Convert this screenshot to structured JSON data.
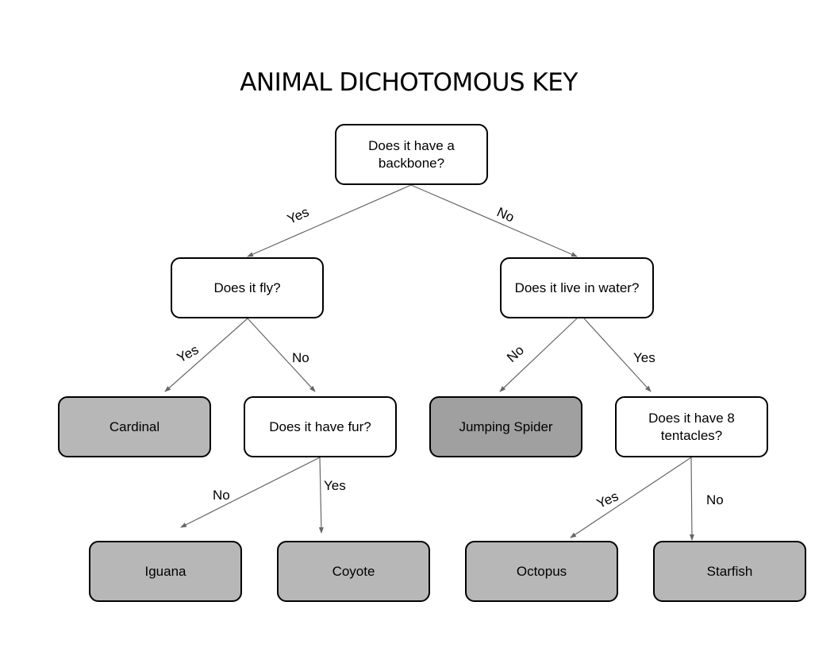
{
  "title": "ANIMAL DICHOTOMOUS KEY",
  "colors": {
    "question_fill": "#ffffff",
    "leaf_fill": "#b7b7b7",
    "leaf_fill_dark": "#a0a0a0",
    "border": "#000000",
    "edge": "#666666"
  },
  "nodes": {
    "backbone": {
      "label": "Does it have a backbone?",
      "type": "question"
    },
    "fly": {
      "label": "Does it fly?",
      "type": "question"
    },
    "water": {
      "label": "Does it live in water?",
      "type": "question"
    },
    "cardinal": {
      "label": "Cardinal",
      "type": "leaf"
    },
    "fur": {
      "label": "Does it have fur?",
      "type": "question"
    },
    "spider": {
      "label": "Jumping Spider",
      "type": "leaf"
    },
    "tentacles": {
      "label": "Does it have 8 tentacles?",
      "type": "question"
    },
    "iguana": {
      "label": "Iguana",
      "type": "leaf"
    },
    "coyote": {
      "label": "Coyote",
      "type": "leaf"
    },
    "octopus": {
      "label": "Octopus",
      "type": "leaf"
    },
    "starfish": {
      "label": "Starfish",
      "type": "leaf"
    }
  },
  "edges": [
    {
      "from": "backbone",
      "to": "fly",
      "label": "Yes"
    },
    {
      "from": "backbone",
      "to": "water",
      "label": "No"
    },
    {
      "from": "fly",
      "to": "cardinal",
      "label": "Yes"
    },
    {
      "from": "fly",
      "to": "fur",
      "label": "No"
    },
    {
      "from": "water",
      "to": "spider",
      "label": "No"
    },
    {
      "from": "water",
      "to": "tentacles",
      "label": "Yes"
    },
    {
      "from": "fur",
      "to": "iguana",
      "label": "No"
    },
    {
      "from": "fur",
      "to": "coyote",
      "label": "Yes"
    },
    {
      "from": "tentacles",
      "to": "octopus",
      "label": "Yes"
    },
    {
      "from": "tentacles",
      "to": "starfish",
      "label": "No"
    }
  ]
}
